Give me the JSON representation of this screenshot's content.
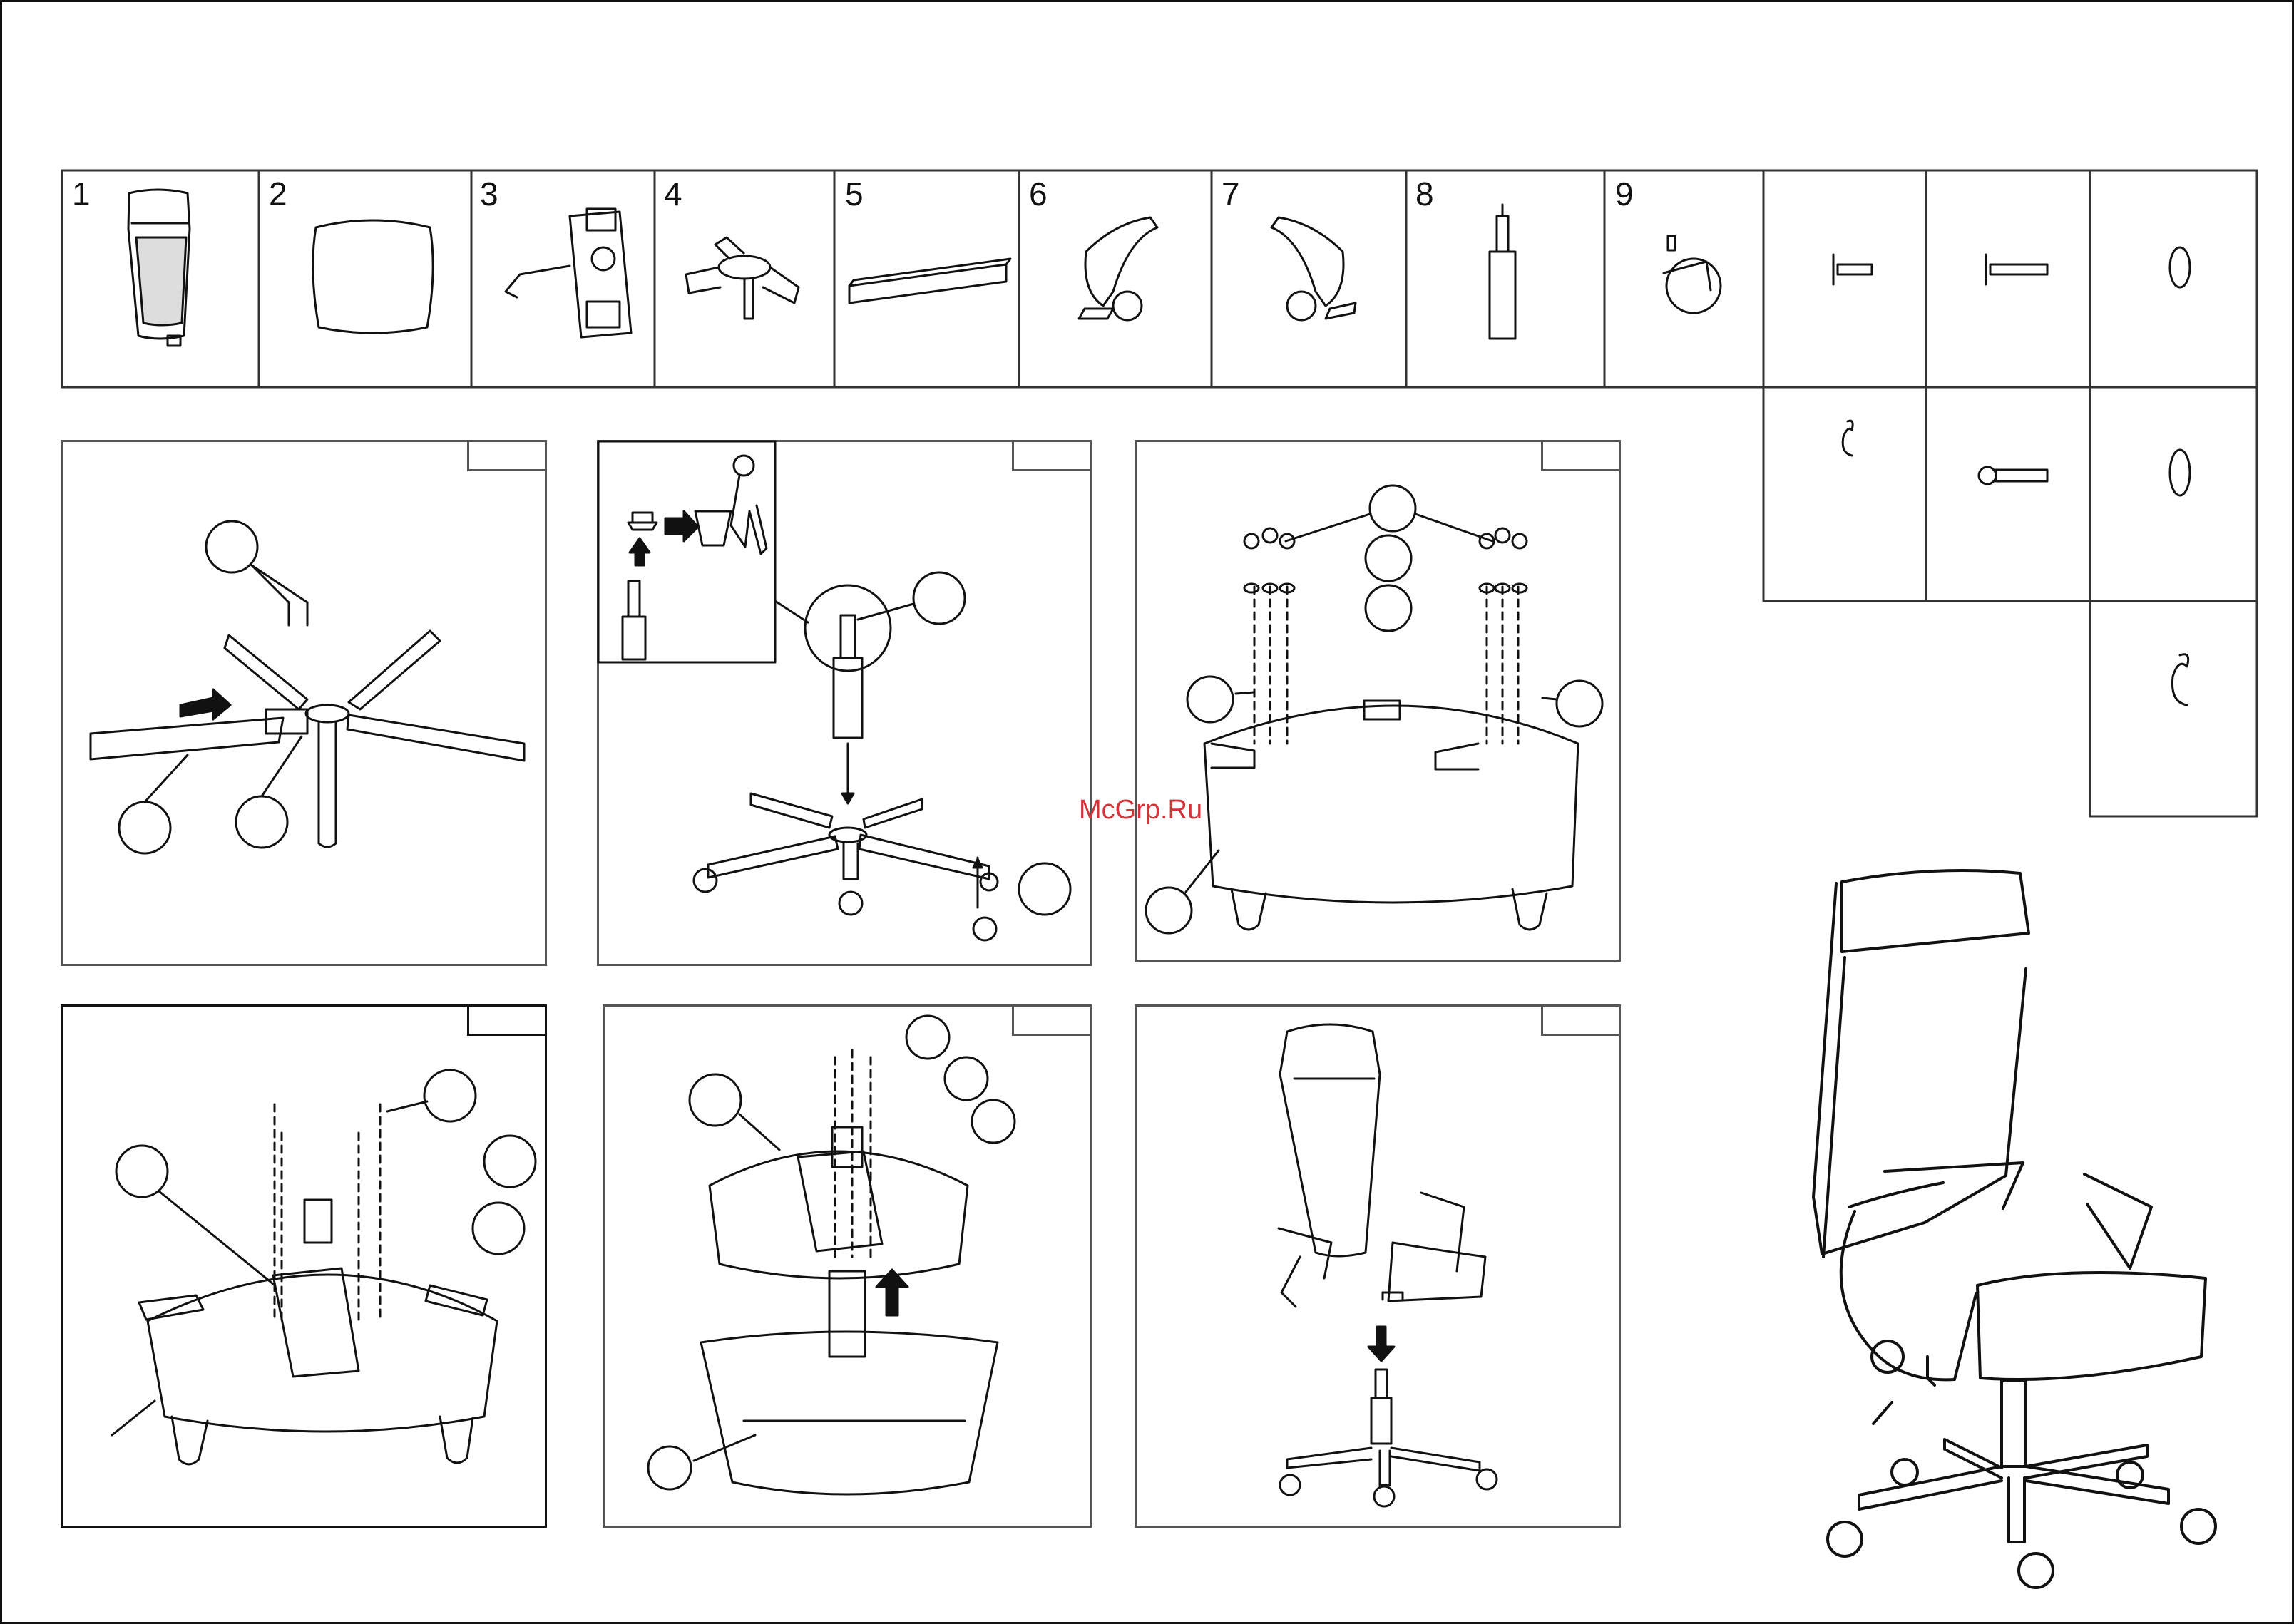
{
  "parts": {
    "numbers": [
      "1",
      "2",
      "3",
      "4",
      "5",
      "6",
      "7",
      "8",
      "9"
    ],
    "items": [
      {
        "num": "1",
        "icon": "backrest-icon"
      },
      {
        "num": "2",
        "icon": "seat-cushion-icon"
      },
      {
        "num": "3",
        "icon": "tilt-mechanism-icon"
      },
      {
        "num": "4",
        "icon": "star-base-hub-icon"
      },
      {
        "num": "5",
        "icon": "connecting-bar-icon"
      },
      {
        "num": "6",
        "icon": "left-armrest-icon"
      },
      {
        "num": "7",
        "icon": "right-armrest-icon"
      },
      {
        "num": "8",
        "icon": "gas-lift-icon"
      },
      {
        "num": "9",
        "icon": "caster-wheel-icon"
      }
    ],
    "hardware": [
      "bolt-short-icon",
      "bolt-long-icon",
      "washer-icon",
      "spring-washer-icon",
      "screw-icon",
      "flat-washer-icon",
      "spring-washer-large-icon"
    ]
  },
  "steps": [
    {
      "id": "step-1",
      "icon": "base-assembly-icon"
    },
    {
      "id": "step-2",
      "icon": "gas-lift-insert-icon"
    },
    {
      "id": "step-3",
      "icon": "armrest-mount-icon"
    },
    {
      "id": "step-4",
      "icon": "mechanism-mount-icon"
    },
    {
      "id": "step-5",
      "icon": "backrest-mount-icon"
    },
    {
      "id": "step-6",
      "icon": "seat-on-base-icon"
    }
  ],
  "final": {
    "icon": "assembled-chair-icon"
  },
  "watermark": "McGrp.Ru",
  "colors": {
    "line": "#111111",
    "frame": "#555555",
    "watermark": "#d2343a"
  }
}
